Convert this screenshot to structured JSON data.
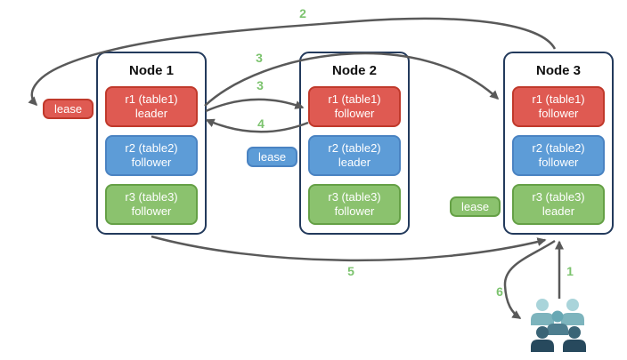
{
  "nodes": [
    {
      "title": "Node 1",
      "replicas": [
        {
          "name": "r1 (table1)",
          "role": "leader",
          "color": "red"
        },
        {
          "name": "r2 (table2)",
          "role": "follower",
          "color": "blue"
        },
        {
          "name": "r3 (table3)",
          "role": "follower",
          "color": "green"
        }
      ]
    },
    {
      "title": "Node 2",
      "replicas": [
        {
          "name": "r1 (table1)",
          "role": "follower",
          "color": "red"
        },
        {
          "name": "r2 (table2)",
          "role": "leader",
          "color": "blue"
        },
        {
          "name": "r3 (table3)",
          "role": "follower",
          "color": "green"
        }
      ]
    },
    {
      "title": "Node 3",
      "replicas": [
        {
          "name": "r1 (table1)",
          "role": "follower",
          "color": "red"
        },
        {
          "name": "r2 (table2)",
          "role": "follower",
          "color": "blue"
        },
        {
          "name": "r3 (table3)",
          "role": "leader",
          "color": "green"
        }
      ]
    }
  ],
  "leases": [
    {
      "label": "lease",
      "color": "red"
    },
    {
      "label": "lease",
      "color": "blue"
    },
    {
      "label": "lease",
      "color": "green"
    }
  ],
  "step_labels": [
    "2",
    "3",
    "3",
    "4",
    "5",
    "1",
    "6"
  ],
  "colors": {
    "red": "#df5a52",
    "red_border": "#c0392b",
    "blue": "#5d9cd7",
    "blue_border": "#4a83c2",
    "green": "#8bc26e",
    "green_border": "#65a046",
    "node_border": "#233a5c",
    "arrow": "#595959",
    "step_green": "#7cc36e",
    "people_light_head": "#a9d4da",
    "people_light_body": "#7db4bd",
    "people_mid_head": "#68a8b4",
    "people_mid_body": "#4e7e8f",
    "people_dark_head": "#3a6476",
    "people_dark_body": "#27495d"
  }
}
